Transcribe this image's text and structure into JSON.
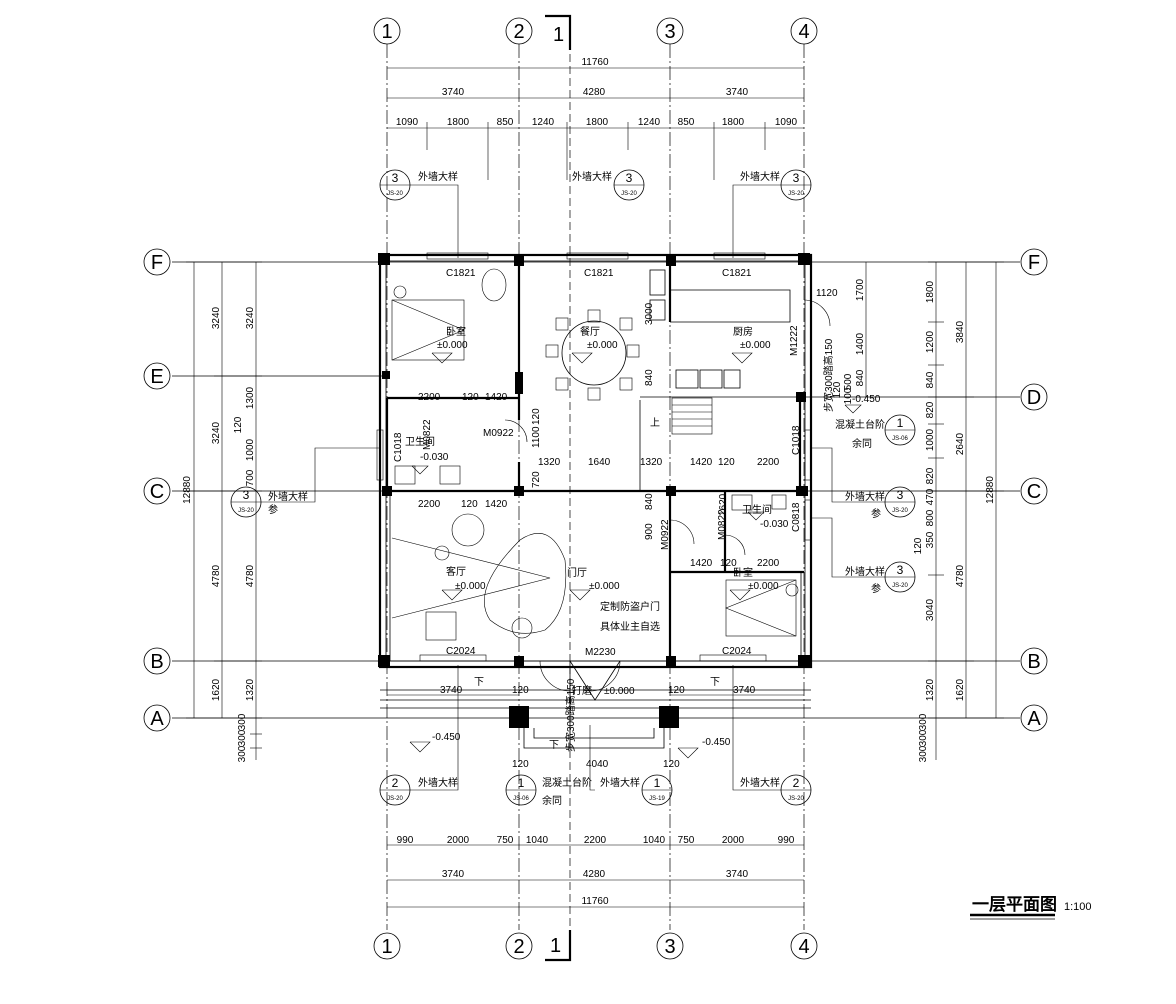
{
  "title": {
    "text": "一层平面图",
    "scale": "1:100"
  },
  "axes_vertical": [
    "1",
    "2",
    "3",
    "4"
  ],
  "axes_horizontal": [
    "F",
    "E",
    "D",
    "C",
    "B",
    "A"
  ],
  "section_marks": [
    "1",
    "1"
  ],
  "dims_top": {
    "total": "11760",
    "bays": [
      "3740",
      "4280",
      "3740"
    ],
    "openings": [
      "1090",
      "1800",
      "850",
      "1240",
      "1800",
      "1240",
      "850",
      "1800",
      "1090"
    ]
  },
  "dims_bottom": {
    "openings": [
      "990",
      "2000",
      "750",
      "1040",
      "2200",
      "1040",
      "750",
      "2000",
      "990"
    ],
    "bays": [
      "3740",
      "4280",
      "3740"
    ],
    "total": "11760"
  },
  "dims_left": {
    "total": "12880",
    "outer": [
      "3240",
      "3240",
      "4780",
      "1620"
    ],
    "inner": [
      "3240",
      "1300",
      "120",
      "1000",
      "700",
      "4780",
      "1320"
    ],
    "steps": [
      "300",
      "300",
      "300"
    ]
  },
  "dims_right": {
    "total": "12880",
    "outer": [
      "3840",
      "2640",
      "4780",
      "1620"
    ],
    "inner": [
      "1800",
      "1200",
      "840",
      "820",
      "1000",
      "820",
      "470",
      "800",
      "120",
      "350",
      "3040",
      "1320"
    ],
    "small": [
      "1700",
      "1400",
      "840",
      "500",
      "120",
      "100"
    ],
    "steps": [
      "300",
      "300",
      "300"
    ]
  },
  "detail_refs": [
    {
      "num": "3",
      "sheet": "JS-20",
      "label": "外墙大样"
    },
    {
      "num": "3",
      "sheet": "JS-20",
      "label": "外墙大样"
    },
    {
      "num": "3",
      "sheet": "JS-20",
      "label": "外墙大样"
    },
    {
      "num": "3",
      "sheet": "JS-20",
      "label": "外墙大样",
      "note": "参"
    },
    {
      "num": "3",
      "sheet": "JS-20",
      "label": "外墙大样",
      "note": "参"
    },
    {
      "num": "3",
      "sheet": "JS-20",
      "label": "外墙大样",
      "note": "参"
    },
    {
      "num": "2",
      "sheet": "JS-20",
      "label": "外墙大样"
    },
    {
      "num": "1",
      "sheet": "JS-19",
      "label": "外墙大样"
    },
    {
      "num": "2",
      "sheet": "JS-20",
      "label": "外墙大样"
    },
    {
      "num": "1",
      "sheet": "JS-06",
      "label": "混凝土台阶",
      "note": "余同"
    },
    {
      "num": "1",
      "sheet": "JS-06",
      "label": "混凝土台阶",
      "note": "余同"
    }
  ],
  "rooms": [
    {
      "name": "卧室",
      "level": "±0.000"
    },
    {
      "name": "餐厅",
      "level": "±0.000"
    },
    {
      "name": "厨房",
      "level": "±0.000"
    },
    {
      "name": "卫生间",
      "level": "-0.030"
    },
    {
      "name": "卫生间",
      "level": "-0.030"
    },
    {
      "name": "客厅",
      "level": "±0.000"
    },
    {
      "name": "门厅",
      "level": "±0.000"
    },
    {
      "name": "卧室",
      "level": "±0.000"
    }
  ],
  "windows": [
    "C1821",
    "C1821",
    "C1821",
    "C1018",
    "C1018",
    "C0818",
    "C2024",
    "C2024"
  ],
  "doors": [
    "M0922",
    "M0922",
    "M0822",
    "M0822",
    "M1222",
    "M2230"
  ],
  "inner_dims": [
    "2200",
    "120",
    "1420",
    "1100",
    "120",
    "1320",
    "1640",
    "1320",
    "1420",
    "120",
    "2200",
    "2200",
    "120",
    "1420",
    "720",
    "840",
    "900",
    "1420",
    "120",
    "2200",
    "1120",
    "840",
    "3000",
    "1620"
  ],
  "porch_dims": [
    "3740",
    "120",
    "120",
    "3740",
    "4040",
    "120",
    "120"
  ],
  "notes": {
    "door_note_1": "定制防盗户门",
    "door_note_2": "具体业主自选",
    "up": "上",
    "down": "下",
    "porch": "打磨",
    "porch_level": "±0.000",
    "step_label": "步宽300踏高150",
    "outside_level": "-0.450"
  },
  "colors": {
    "ink": "#000000",
    "paper": "#ffffff"
  }
}
